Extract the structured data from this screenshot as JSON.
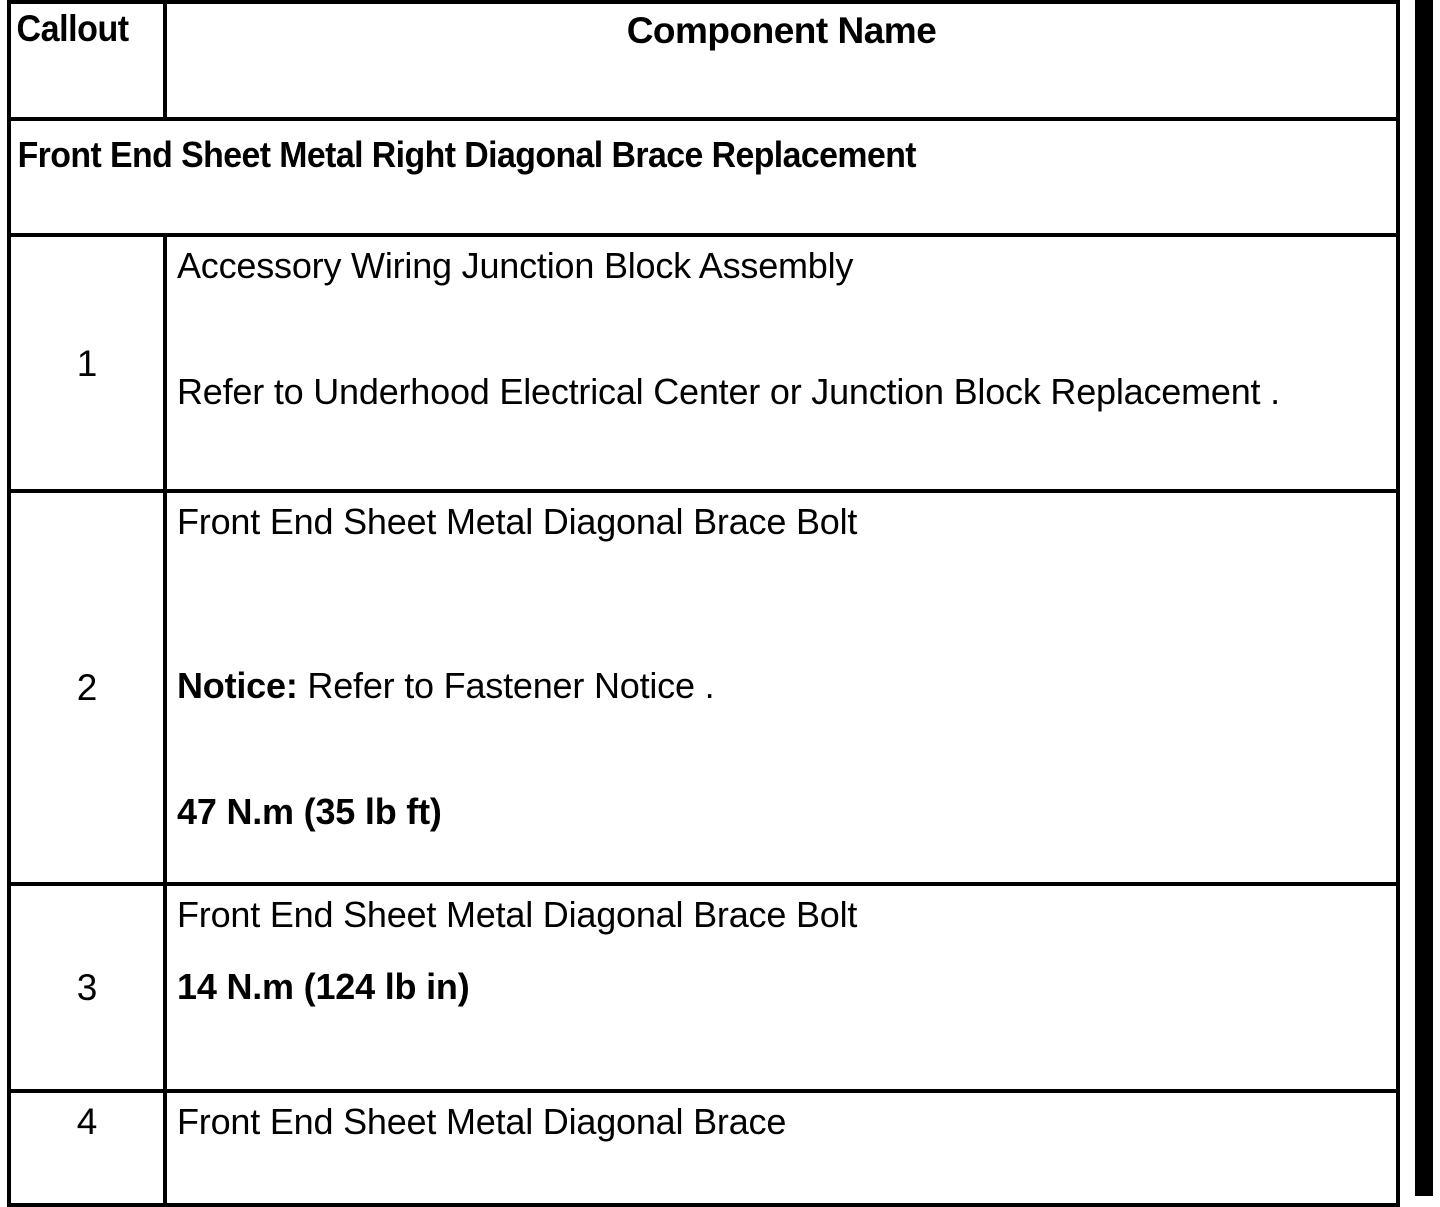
{
  "table": {
    "headers": {
      "callout": "Callout",
      "component_name": "Component Name"
    },
    "section_title": "Front End Sheet Metal Right Diagonal Brace Replacement",
    "rows": [
      {
        "callout": "1",
        "lines": [
          {
            "text": "Accessory Wiring Junction Block Assembly",
            "bold": false
          },
          {
            "text": "Refer to Underhood Electrical Center or Junction Block Replacement .",
            "bold": false
          }
        ]
      },
      {
        "callout": "2",
        "lines": [
          {
            "text": "Front End Sheet Metal Diagonal Brace Bolt",
            "bold": false
          },
          {
            "notice_label": "Notice:",
            "text": " Refer to Fastener Notice .",
            "bold": false
          },
          {
            "text": "47 N.m (35 lb ft)",
            "bold": true
          }
        ]
      },
      {
        "callout": "3",
        "lines": [
          {
            "text": "Front End Sheet Metal Diagonal Brace Bolt",
            "bold": false
          },
          {
            "text": "14 N.m (124 lb in)",
            "bold": true
          }
        ]
      },
      {
        "callout": "4",
        "lines": [
          {
            "text": "Front End Sheet Metal Diagonal Brace",
            "bold": false
          }
        ]
      }
    ]
  },
  "colors": {
    "border": "#000000",
    "text": "#000000",
    "background": "#ffffff"
  }
}
